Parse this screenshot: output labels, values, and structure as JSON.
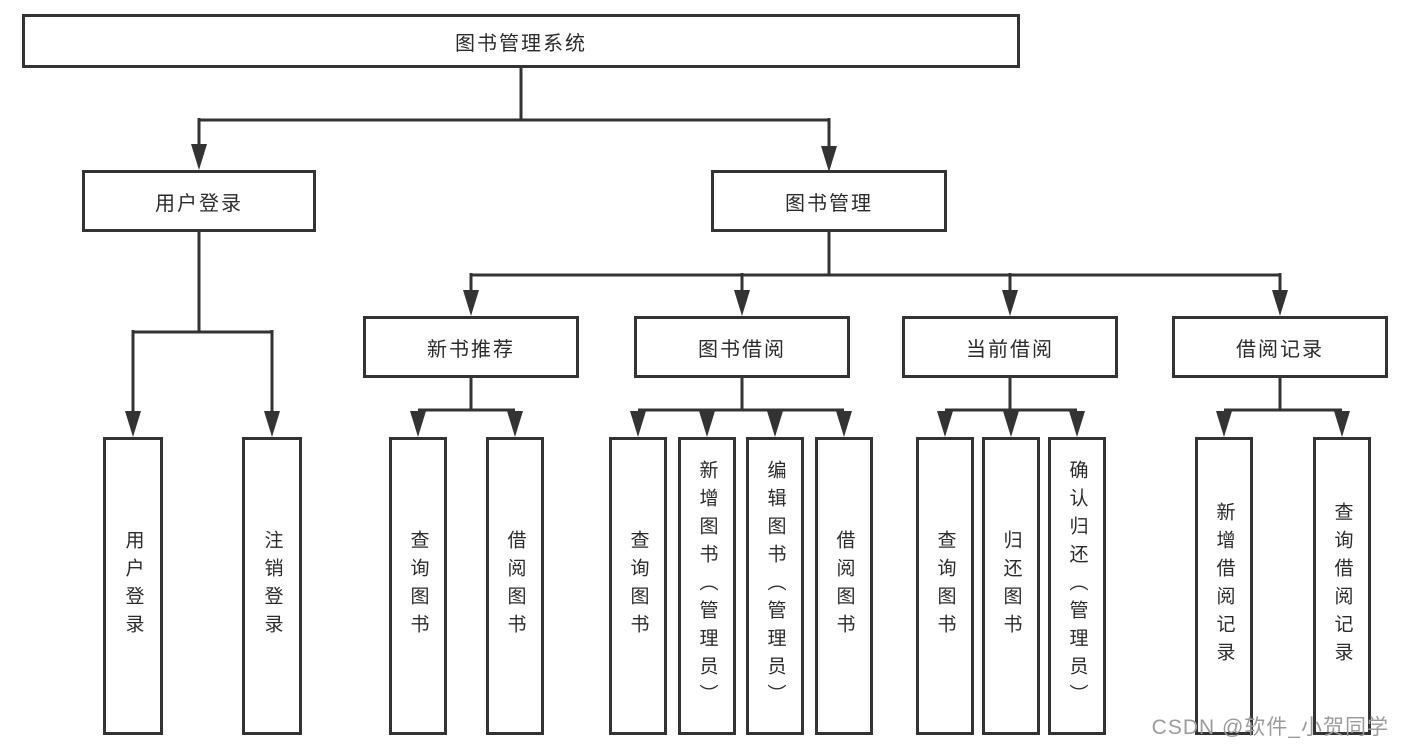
{
  "tree": {
    "label": "图书管理系统",
    "children": [
      {
        "label": "用户登录",
        "children": [
          {
            "label": "用户登录"
          },
          {
            "label": "注销登录"
          }
        ]
      },
      {
        "label": "图书管理",
        "children": [
          {
            "label": "新书推荐",
            "children": [
              {
                "label": "查询图书"
              },
              {
                "label": "借阅图书"
              }
            ]
          },
          {
            "label": "图书借阅",
            "children": [
              {
                "label": "查询图书"
              },
              {
                "label": "新增图书（管理员）"
              },
              {
                "label": "编辑图书（管理员）"
              },
              {
                "label": "借阅图书"
              }
            ]
          },
          {
            "label": "当前借阅",
            "children": [
              {
                "label": "查询图书"
              },
              {
                "label": "归还图书"
              },
              {
                "label": "确认归还（管理员）"
              }
            ]
          },
          {
            "label": "借阅记录",
            "children": [
              {
                "label": "新增借阅记录"
              },
              {
                "label": "查询借阅记录"
              }
            ]
          }
        ]
      }
    ]
  },
  "watermark": {
    "text": "CSDN @软件_小贺同学"
  },
  "colors": {
    "line": "#333333",
    "box_border": "#333333",
    "text": "#2b2b2b",
    "watermark": "#9b9b9b",
    "background": "#ffffff"
  }
}
